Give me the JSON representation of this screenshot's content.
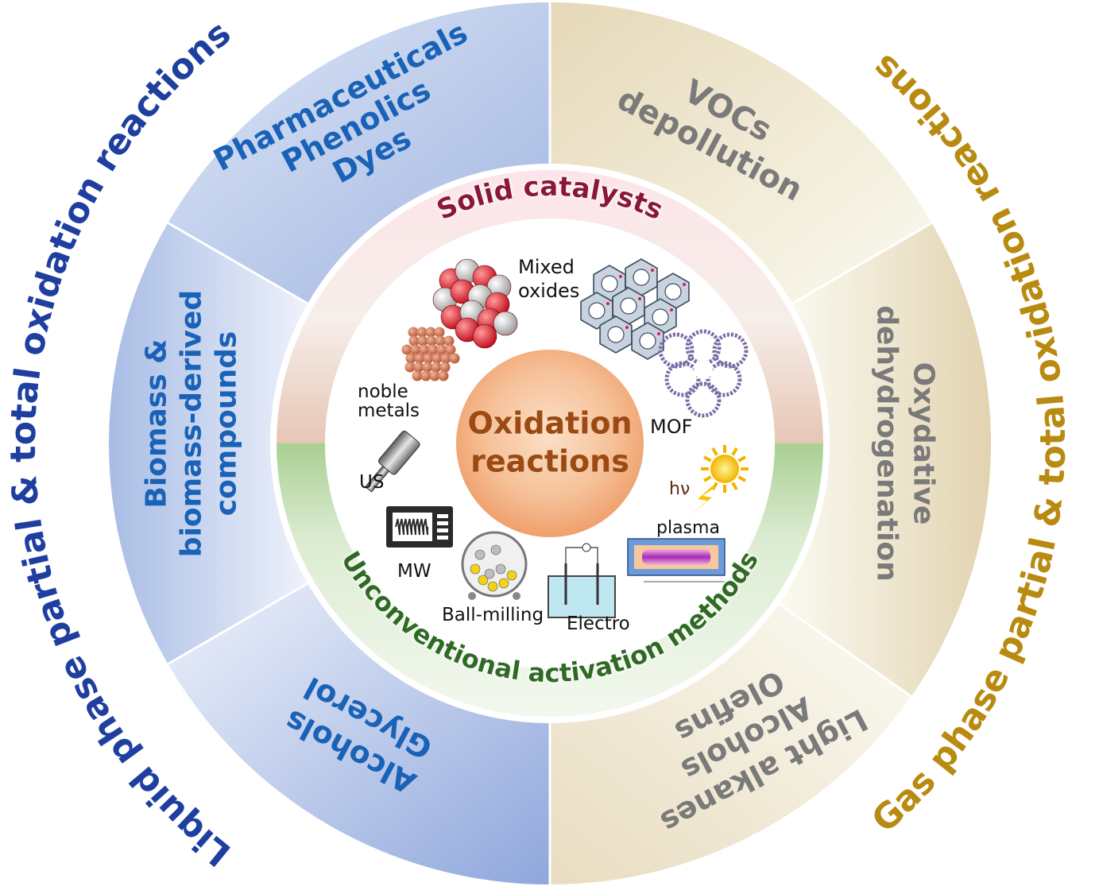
{
  "outer_left_arc": "Liquid phase partial & total oxidation reactions",
  "outer_right_arc": "Gas phase partial & total oxidation reactions",
  "liquid_sectors": {
    "top": [
      "Pharmaceuticals",
      "Phenolics",
      "Dyes"
    ],
    "middle": [
      "Biomass &",
      "biomass-derived",
      "compounds"
    ],
    "bottom": [
      "Alcohols",
      "Glycerol"
    ]
  },
  "gas_sectors": {
    "top": [
      "VOCs",
      "depollution"
    ],
    "middle": [
      "Oxydative",
      "dehydrogenation"
    ],
    "bottom": [
      "Light alkanes",
      "Alcohols",
      "Olefins"
    ]
  },
  "ring_top": "Solid catalysts",
  "ring_bottom": "Unconventional activation methods",
  "center": [
    "Oxidation",
    "reactions"
  ],
  "catalysts": {
    "mixed_oxides": [
      "Mixed",
      "oxides"
    ],
    "noble_metals": [
      "noble",
      "metals"
    ],
    "mof": "MOF"
  },
  "methods": {
    "us": "US",
    "mw": "MW",
    "ball_milling": "Ball-milling",
    "electro": "Electro",
    "plasma": "plasma",
    "light": "hν"
  },
  "colors": {
    "liquid_text": "#1a62b8",
    "outer_left_text": "#1f3fa0",
    "gas_text": "#7a7a7a",
    "outer_right_text": "#b88a10",
    "solid_catalysts_text": "#8c1239",
    "methods_text": "#2f6a22",
    "center_text": "#9a4a12"
  }
}
